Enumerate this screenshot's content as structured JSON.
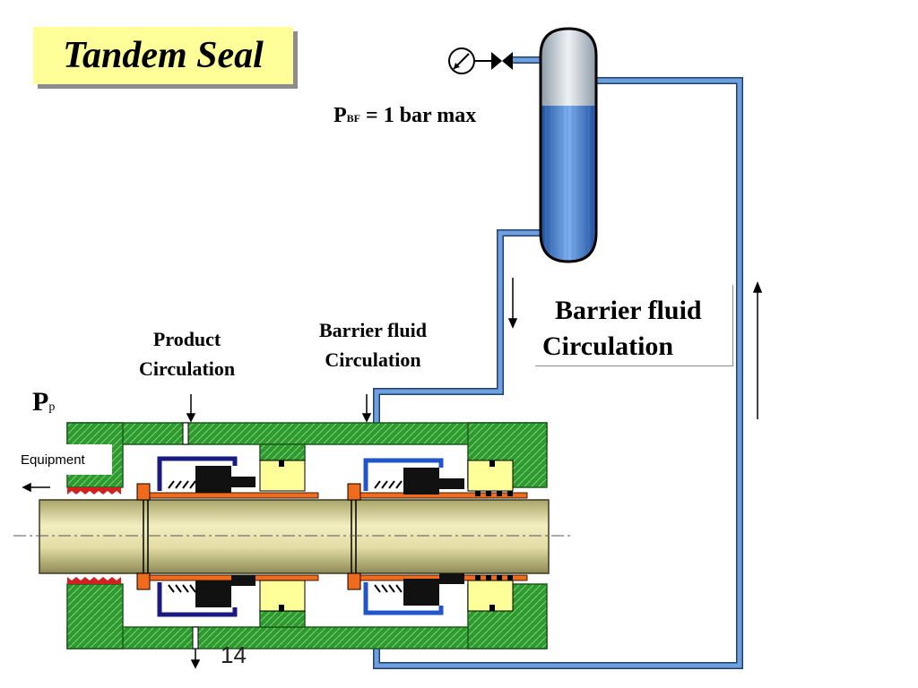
{
  "title": "Tandem Seal",
  "pressure": {
    "main": "P",
    "sub": "BF",
    "rest": " =  1  bar max"
  },
  "barrier_right": {
    "line1": "Barrier fluid",
    "line2": "Circulation"
  },
  "product_circulation": {
    "line1": "Product",
    "line2": "Circulation"
  },
  "barrier_mid": {
    "line1": "Barrier fluid",
    "line2": "Circulation"
  },
  "product_pressure": {
    "main": "P",
    "sub": "p"
  },
  "equipment_label": "Equipment",
  "page_number": "14",
  "colors": {
    "title_bg": "#ffff99",
    "pipe": "#5b8fd6",
    "housing_green": "#2e9a2e",
    "shaft": "#d9d49a",
    "seal_face_yellow": "#ffff99",
    "orange": "#f26a1b",
    "tank_blue": "#3f7fd0"
  }
}
